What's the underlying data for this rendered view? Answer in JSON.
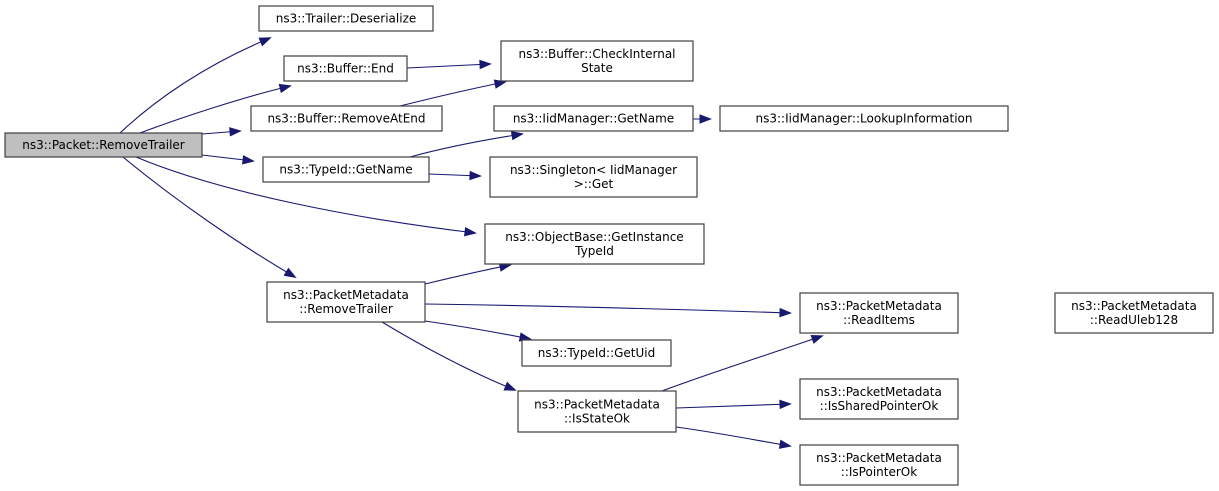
{
  "diagram": {
    "type": "call-graph",
    "colors": {
      "edge": "#191970",
      "root_fill": "#bfbfbf",
      "node_fill": "#ffffff",
      "node_border": "#404040"
    },
    "nodes": [
      {
        "id": "root",
        "lines": [
          "ns3::Packet::RemoveTrailer"
        ],
        "root": true
      },
      {
        "id": "trailer_deserialize",
        "lines": [
          "ns3::Trailer::Deserialize"
        ]
      },
      {
        "id": "buffer_end",
        "lines": [
          "ns3::Buffer::End"
        ]
      },
      {
        "id": "buffer_removeatend",
        "lines": [
          "ns3::Buffer::RemoveAtEnd"
        ]
      },
      {
        "id": "typeid_getname",
        "lines": [
          "ns3::TypeId::GetName"
        ]
      },
      {
        "id": "buffer_checkinternalstate",
        "lines": [
          "ns3::Buffer::CheckInternal",
          "State"
        ]
      },
      {
        "id": "iidmanager_getname",
        "lines": [
          "ns3::IidManager::GetName"
        ]
      },
      {
        "id": "iidmanager_lookupinformation",
        "lines": [
          "ns3::IidManager::LookupInformation"
        ]
      },
      {
        "id": "singleton_get",
        "lines": [
          "ns3::Singleton< IidManager",
          ">::Get"
        ]
      },
      {
        "id": "objectbase_getinstancetypeid",
        "lines": [
          "ns3::ObjectBase::GetInstance",
          "TypeId"
        ]
      },
      {
        "id": "pm_removetrailer",
        "lines": [
          "ns3::PacketMetadata",
          "::RemoveTrailer"
        ]
      },
      {
        "id": "typeid_getuid",
        "lines": [
          "ns3::TypeId::GetUid"
        ]
      },
      {
        "id": "pm_isstateok",
        "lines": [
          "ns3::PacketMetadata",
          "::IsStateOk"
        ]
      },
      {
        "id": "pm_readitems",
        "lines": [
          "ns3::PacketMetadata",
          "::ReadItems"
        ]
      },
      {
        "id": "pm_readuleb128",
        "lines": [
          "ns3::PacketMetadata",
          "::ReadUleb128"
        ]
      },
      {
        "id": "pm_issharedpointerok",
        "lines": [
          "ns3::PacketMetadata",
          "::IsSharedPointerOk"
        ]
      },
      {
        "id": "pm_ispointerok",
        "lines": [
          "ns3::PacketMetadata",
          "::IsPointerOk"
        ]
      }
    ],
    "edges": [
      {
        "from": "root",
        "to": "trailer_deserialize"
      },
      {
        "from": "root",
        "to": "buffer_end"
      },
      {
        "from": "root",
        "to": "buffer_removeatend"
      },
      {
        "from": "root",
        "to": "typeid_getname"
      },
      {
        "from": "root",
        "to": "objectbase_getinstancetypeid"
      },
      {
        "from": "root",
        "to": "pm_removetrailer"
      },
      {
        "from": "buffer_end",
        "to": "buffer_checkinternalstate"
      },
      {
        "from": "buffer_removeatend",
        "to": "buffer_checkinternalstate"
      },
      {
        "from": "typeid_getname",
        "to": "iidmanager_getname"
      },
      {
        "from": "typeid_getname",
        "to": "singleton_get"
      },
      {
        "from": "iidmanager_getname",
        "to": "iidmanager_lookupinformation"
      },
      {
        "from": "pm_removetrailer",
        "to": "objectbase_getinstancetypeid"
      },
      {
        "from": "pm_removetrailer",
        "to": "pm_readitems"
      },
      {
        "from": "pm_removetrailer",
        "to": "typeid_getuid"
      },
      {
        "from": "pm_removetrailer",
        "to": "pm_isstateok"
      },
      {
        "from": "pm_isstateok",
        "to": "pm_readitems"
      },
      {
        "from": "pm_isstateok",
        "to": "pm_issharedpointerok"
      },
      {
        "from": "pm_isstateok",
        "to": "pm_ispointerok"
      },
      {
        "from": "pm_readitems",
        "to": "pm_readuleb128"
      }
    ]
  }
}
